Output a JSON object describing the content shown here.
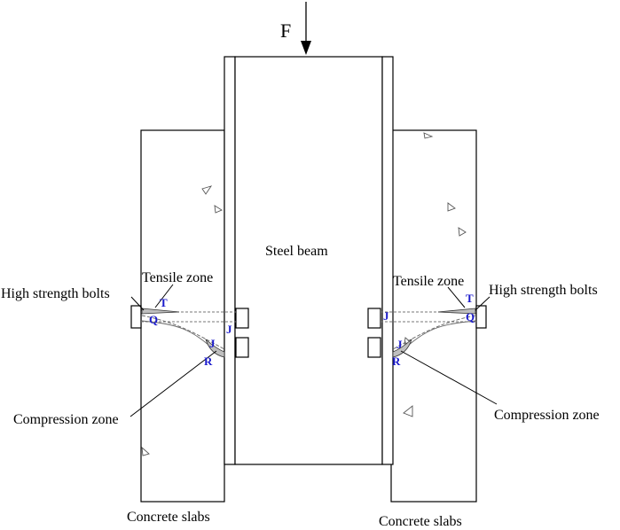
{
  "diagram": {
    "load_label": "F",
    "beam_label": "Steel beam",
    "left": {
      "bolt_label": "High strength bolts",
      "tensile_label": "Tensile zone",
      "compression_label": "Compression zone",
      "slab_label": "Concrete slabs",
      "points": {
        "t": "T",
        "q": "Q",
        "j_top": "J",
        "j_bot": "J",
        "r": "R"
      }
    },
    "right": {
      "bolt_label": "High strength bolts",
      "tensile_label": "Tensile zone",
      "compression_label": "Compression zone",
      "slab_label": "Concrete slabs",
      "points": {
        "t": "T",
        "q": "Q",
        "j_top": "J",
        "j_bot": "J",
        "r": "R"
      }
    },
    "colors": {
      "line": "#000000",
      "point_label": "#1a1acc",
      "zone_fill": "#bfbfbf",
      "background": "#ffffff"
    }
  }
}
